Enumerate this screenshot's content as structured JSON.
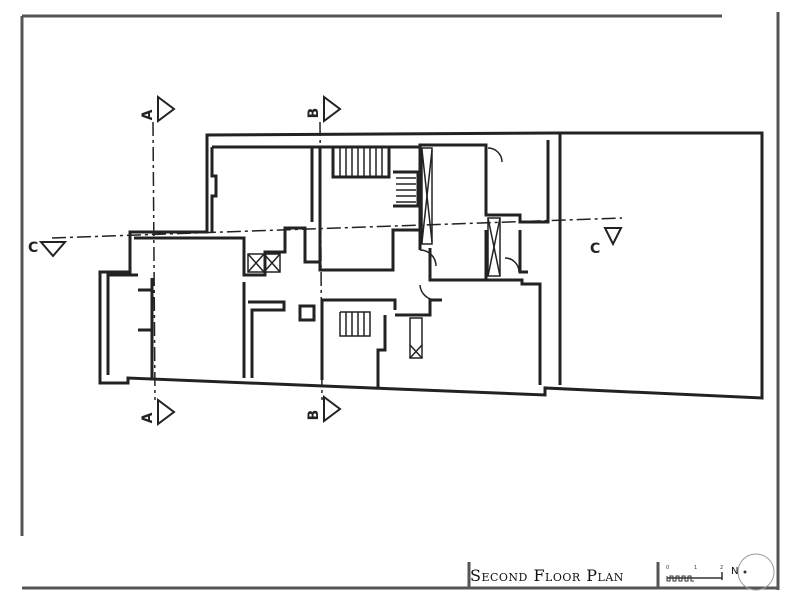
{
  "plan": {
    "title": "Second Floor Plan",
    "section_marks": {
      "a": "A",
      "b": "B",
      "c": "C"
    },
    "scale": {
      "tick_0": "0",
      "tick_1": "1",
      "tick_2": "2"
    },
    "north_label": "N"
  }
}
